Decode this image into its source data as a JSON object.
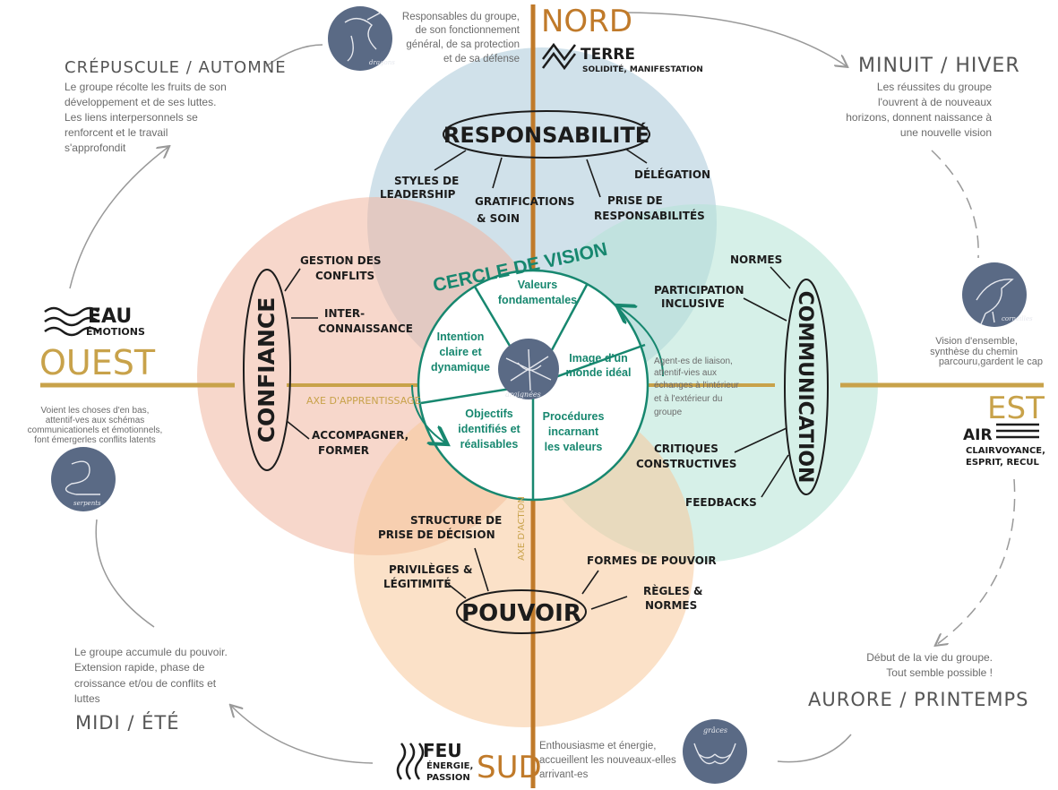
{
  "directions": {
    "north": {
      "label": "NORD",
      "element": "TERRE",
      "element_sub": "SOLIDITÉ, MANIFESTATION",
      "desc": [
        "Responsables du groupe,",
        "de son fonctionnement",
        "général, de sa protection",
        "et de sa défense"
      ],
      "animal": "dragons"
    },
    "east": {
      "label": "EST",
      "element": "AIR",
      "element_sub": [
        "CLAIRVOYANCE,",
        "ESPRIT, RECUL"
      ],
      "desc": [
        "Vision d'ensemble,",
        "synthèse du chemin",
        "parcouru,gardent le cap"
      ],
      "animal": "corneilles"
    },
    "south": {
      "label": "SUD",
      "element": "FEU",
      "element_sub": [
        "ÉNERGIE,",
        "PASSION"
      ],
      "desc": [
        "Enthousiasme et énergie,",
        "accueillent les nouveaux-elles",
        "arrivant-es"
      ],
      "animal": "grâces"
    },
    "west": {
      "label": "OUEST",
      "element": "EAU",
      "element_sub": "ÉMOTIONS",
      "desc": [
        "Voient les choses d'en bas,",
        "attentif-ves aux schémas",
        "communicationels et émotionnels,",
        "font émergerles conflits latents"
      ],
      "animal": "serpents"
    }
  },
  "seasons": {
    "nw": {
      "title": "CRÉPUSCULE / AUTOMNE",
      "desc": [
        "Le groupe récolte les fruits de son",
        "développement et de ses luttes.",
        "Les liens interpersonnels se",
        "renforcent et le travail",
        "s'approfondit"
      ]
    },
    "ne": {
      "title": "MINUIT / HIVER",
      "desc": [
        "Les réussites du groupe",
        "l'ouvrent à de nouveaux",
        "horizons, donnent naissance à",
        "une nouvelle vision"
      ]
    },
    "se": {
      "title": "AURORE / PRINTEMPS",
      "desc": [
        "Début de la vie du groupe.",
        "Tout semble possible !"
      ]
    },
    "sw": {
      "title": "MIDI / ÉTÉ",
      "desc": [
        "Le groupe accumule du pouvoir.",
        "Extension rapide, phase de",
        "croissance et/ou de conflits et",
        "luttes"
      ]
    }
  },
  "circles": {
    "responsabilite": {
      "title": "RESPONSABILITÉ",
      "items": [
        [
          "STYLES DE",
          "LEADERSHIP"
        ],
        [
          "GRATIFICATIONS",
          "& SOIN"
        ],
        [
          "PRISE DE",
          "RESPONSABILITÉS"
        ],
        [
          "DÉLÉGATION"
        ]
      ],
      "color": "#a9c8d9"
    },
    "confiance": {
      "title": "CONFIANCE",
      "items": [
        [
          "GESTION DES",
          "CONFLITS"
        ],
        [
          "INTER-",
          "CONNAISSANCE"
        ],
        [
          "ACCOMPAGNER,",
          "FORMER"
        ]
      ],
      "color": "#f1b7a0"
    },
    "communication": {
      "title": "COMMUNICATION",
      "items": [
        [
          "NORMES"
        ],
        [
          "PARTICIPATION",
          "INCLUSIVE"
        ],
        [
          "CRITIQUES",
          "CONSTRUCTIVES"
        ],
        [
          "FEEDBACKS"
        ]
      ],
      "desc": [
        "Agent-es de liaison,",
        "attentif-vies aux",
        "échanges à l'intérieur",
        "et à l'extérieur du",
        "groupe"
      ],
      "color": "#b5e3d6"
    },
    "pouvoir": {
      "title": "POUVOIR",
      "items": [
        [
          "STRUCTURE DE",
          "PRISE DE DÉCISION"
        ],
        [
          "PRIVILÈGES &",
          "LÉGITIMITÉ"
        ],
        [
          "FORMES DE POUVOIR"
        ],
        [
          "RÈGLES &",
          "NORMES"
        ]
      ],
      "color": "#f7c99a"
    }
  },
  "vision": {
    "title": "CERCLE DE VISION",
    "center_animal": "araignées",
    "segments": [
      [
        "Valeurs",
        "fondamentales"
      ],
      [
        "Image d'un",
        "monde idéal"
      ],
      [
        "Procédures",
        "incarnant",
        "les valeurs"
      ],
      [
        "Objectifs",
        "identifiés et",
        "réalisables"
      ],
      [
        "Intention",
        "claire et",
        "dynamique"
      ]
    ],
    "color": "#17876f"
  },
  "axes": {
    "learning": "AXE D'APPRENTISSAGE",
    "action": "AXE D'ACTION"
  },
  "colors": {
    "axis_ns": "#c07a2a",
    "axis_ew": "#c8a24a",
    "badge": "#5a6a85"
  }
}
